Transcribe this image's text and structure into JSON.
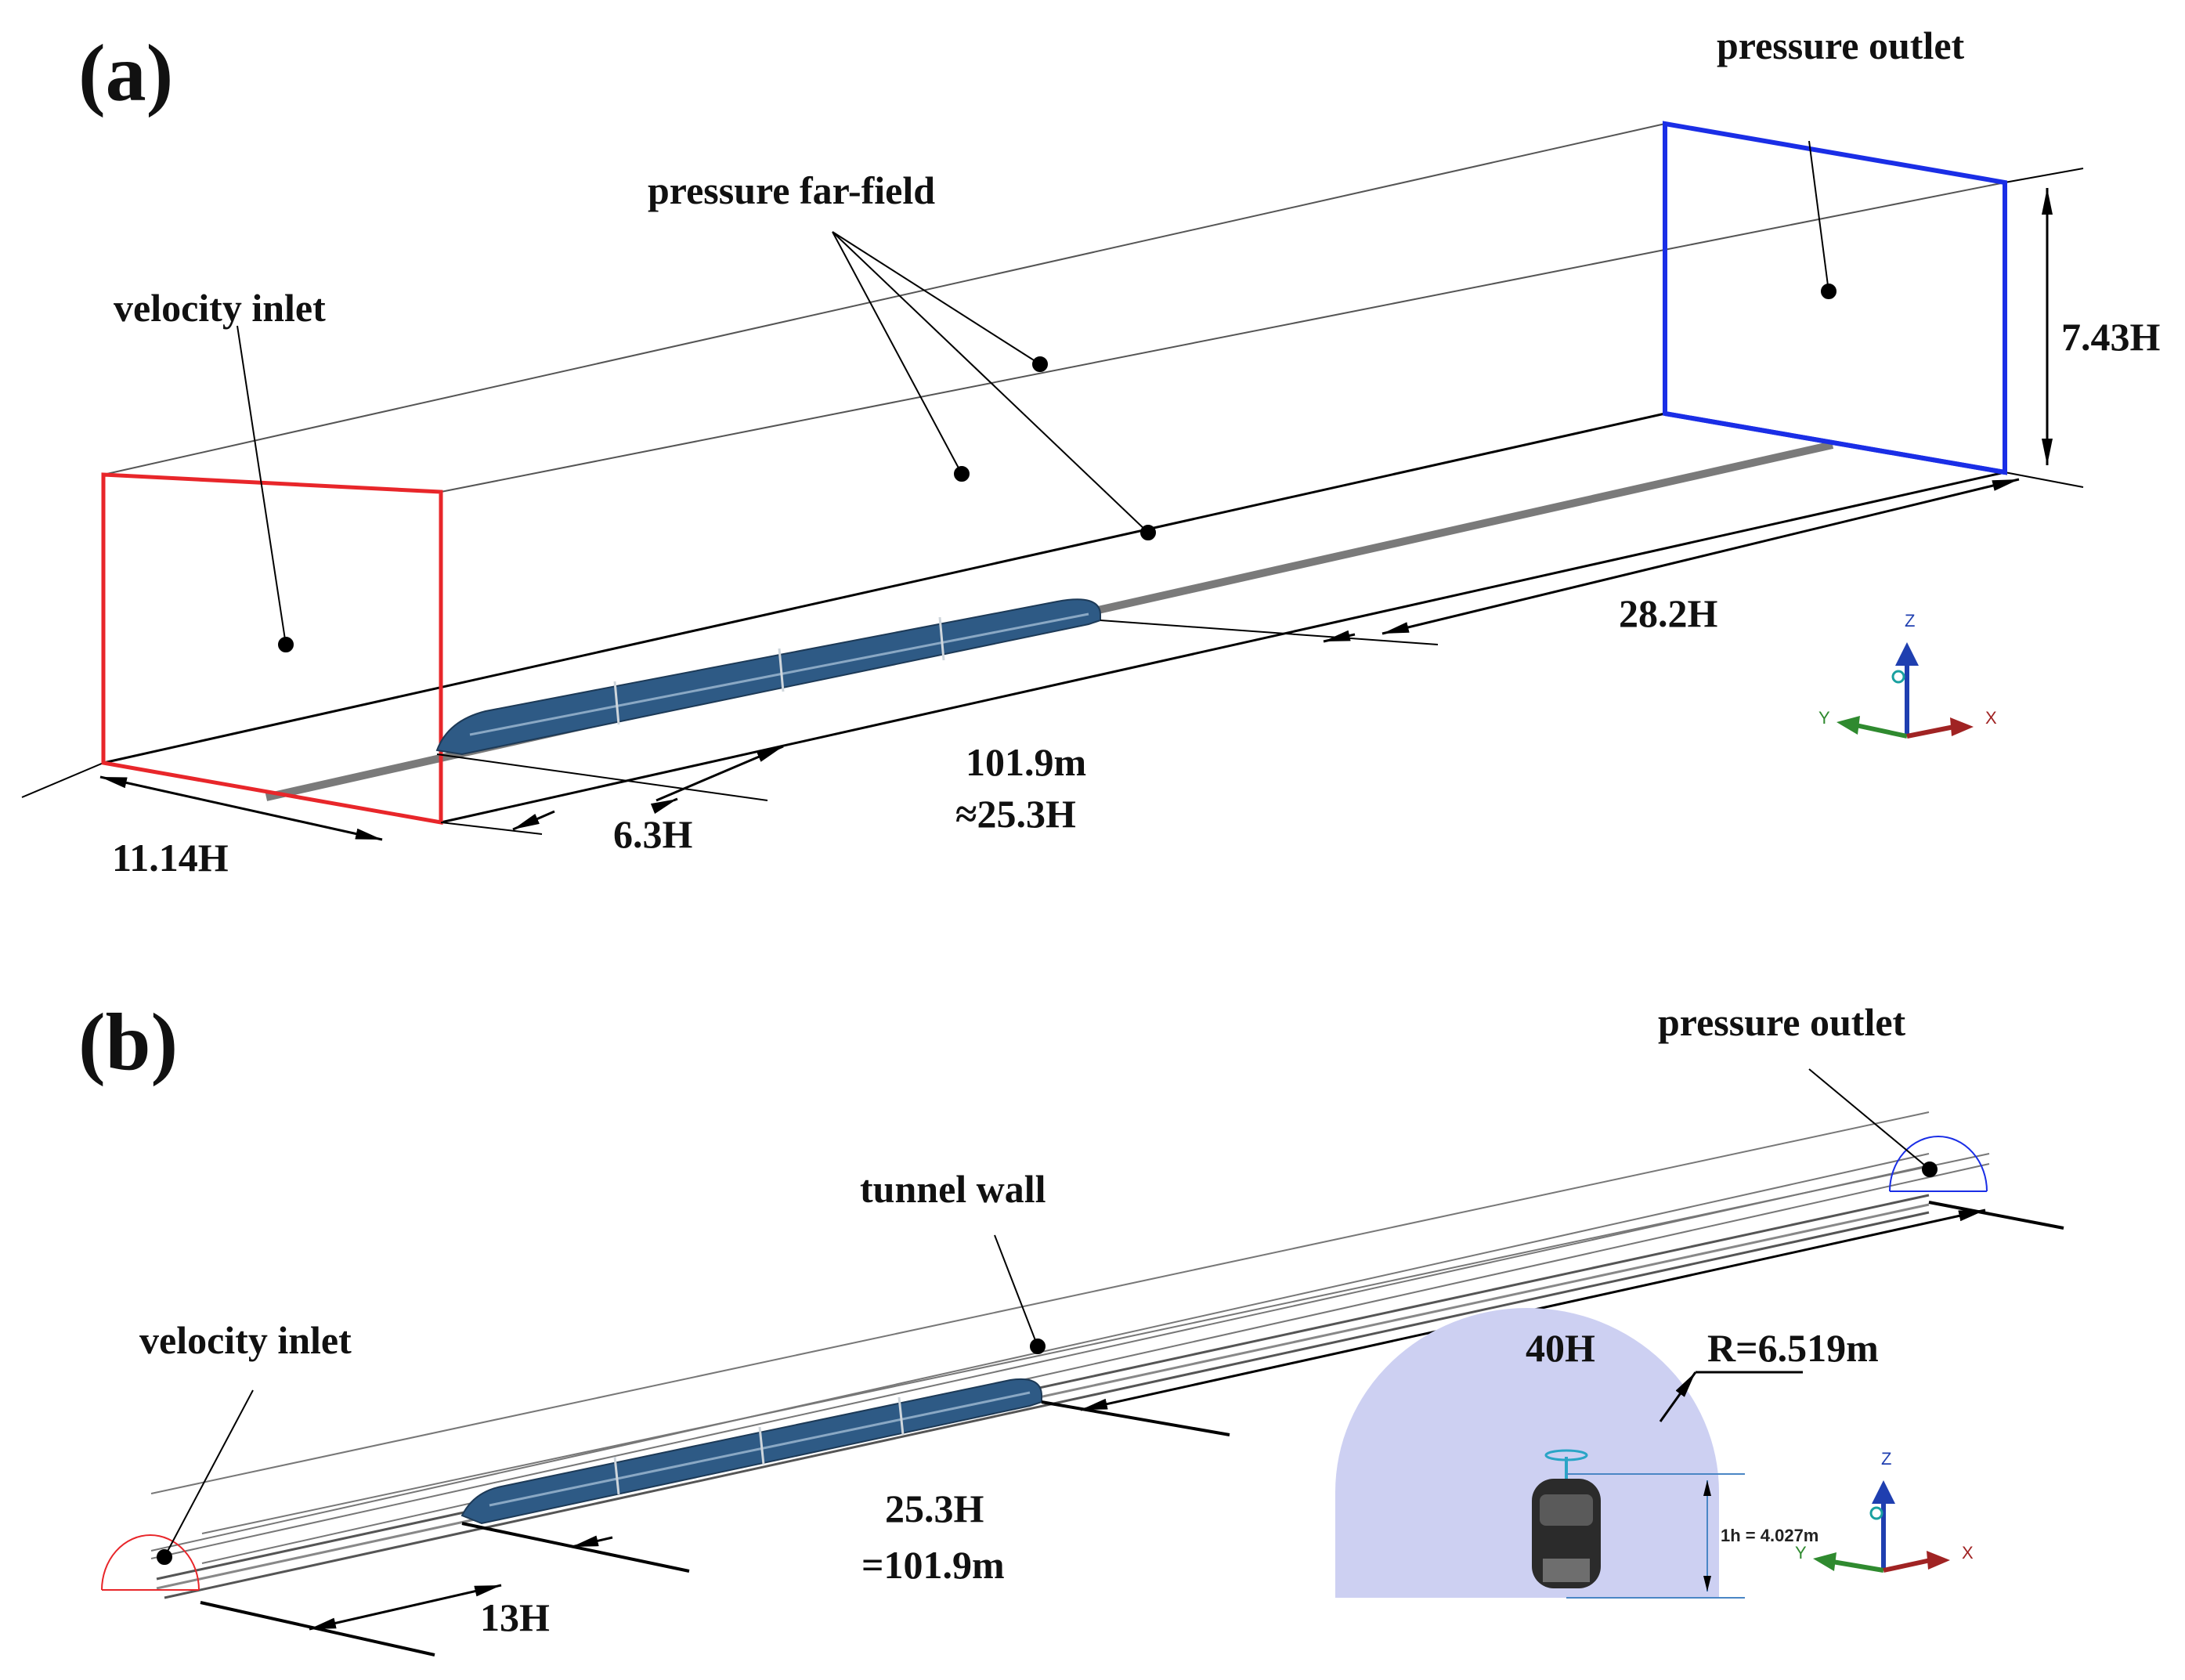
{
  "panel_a": {
    "label": "(a)",
    "pressure_outlet": "pressure outlet",
    "pressure_far_field": "pressure far-field",
    "velocity_inlet": "velocity inlet",
    "height": "7.43H",
    "downstream": "28.2H",
    "train_length_m": "101.9m",
    "train_length_h": "≈25.3H",
    "upstream": "6.3H",
    "width": "11.14H"
  },
  "panel_b": {
    "label": "(b)",
    "pressure_outlet": "pressure outlet",
    "tunnel_wall": "tunnel  wall",
    "velocity_inlet": "velocity inlet",
    "downstream": "40H",
    "radius": "R=6.519m",
    "train_length_h": "25.3H",
    "train_length_m": "=101.9m",
    "upstream": "13H",
    "train_height": "1h = 4.027m"
  },
  "axes": {
    "z": "Z",
    "y": "Y",
    "x": "X"
  },
  "colors": {
    "inlet": "#e8262a",
    "outlet": "#1a2ee6",
    "train": "#2e5a85",
    "tunnel_section": "#cdd0f2",
    "dim_line": "#4a86c5",
    "axis_z": "#1f3fb0",
    "axis_y": "#2f8a2f",
    "axis_x": "#a02323"
  }
}
